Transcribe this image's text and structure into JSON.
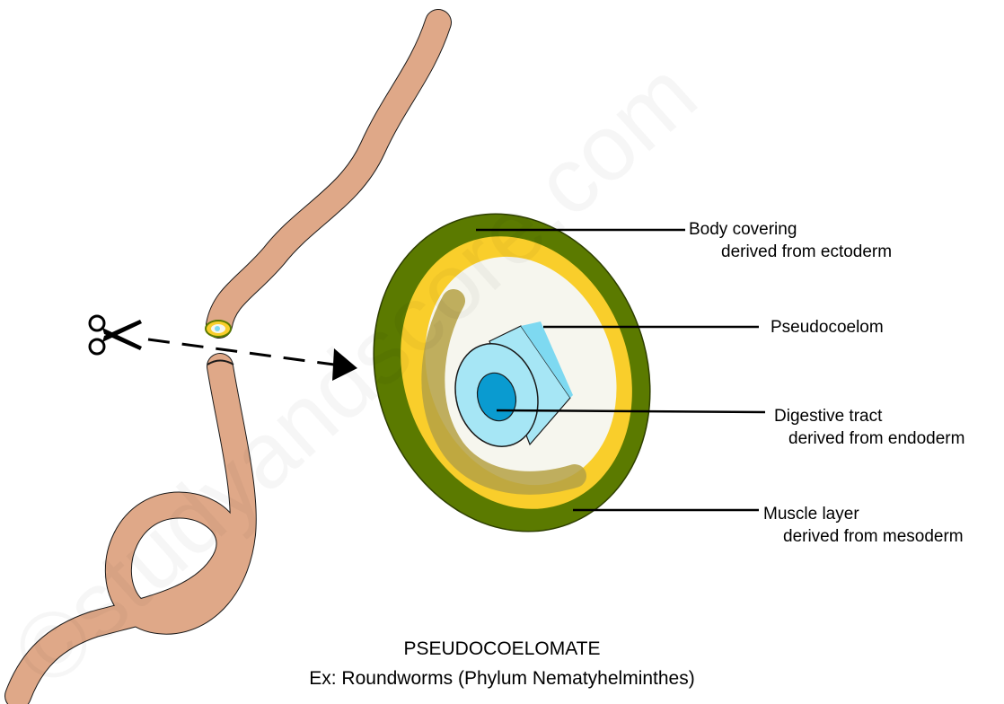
{
  "labels": {
    "body_covering": {
      "line1": "Body covering",
      "line2": "derived from ectoderm"
    },
    "pseudocoelom": {
      "line1": "Pseudocoelom"
    },
    "digestive_tract": {
      "line1": "Digestive tract",
      "line2": "derived from endoderm"
    },
    "muscle_layer": {
      "line1": "Muscle layer",
      "line2": "derived from mesoderm"
    }
  },
  "caption": {
    "title": "PSEUDOCOELOMATE",
    "example": "Ex: Roundworms (Phylum Nematyhelminthes)"
  },
  "watermark": "©studyandscore.com",
  "colors": {
    "worm": "#dfa888",
    "ectoderm": "#5b7a00",
    "mesoderm": "#f9ce2b",
    "cavity": "#f6f6ee",
    "gut_outer": "#a6e6f5",
    "gut_inner": "#0a9bd0",
    "gut_side": "#7ed9f1",
    "residue": "#b5a144"
  }
}
